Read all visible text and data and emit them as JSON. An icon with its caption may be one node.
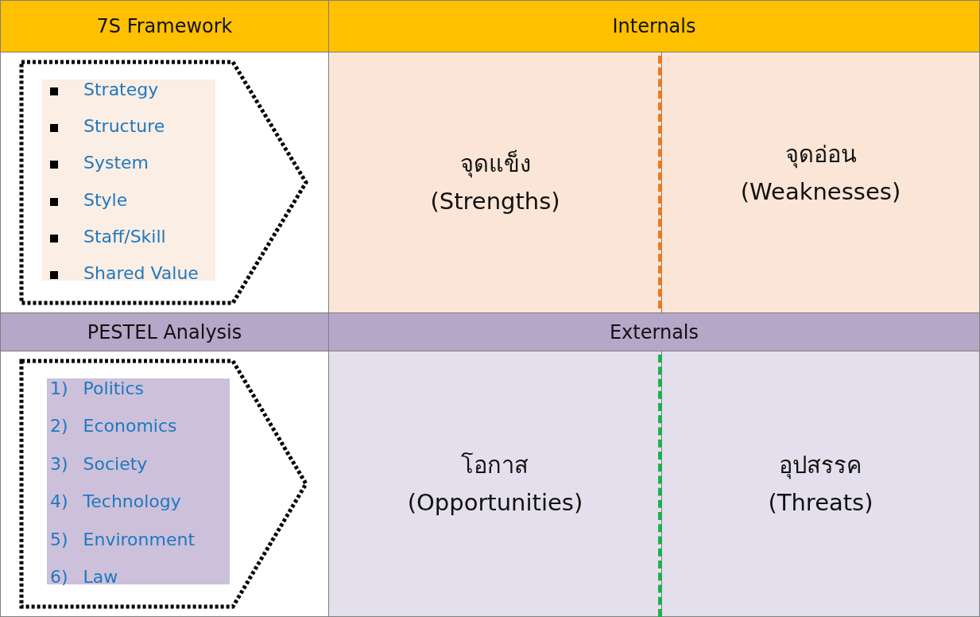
{
  "diagram": {
    "nodes": [
      {
        "text": [
          "7S Framework"
        ]
      },
      {
        "text": [
          "Internals"
        ]
      },
      {
        "text": [
          "Strategy",
          "Structure",
          "System",
          "Style",
          "Staff/Skill",
          "Shared Value"
        ]
      },
      {
        "text": [
          "จุดแข็ง (Strengths)"
        ]
      },
      {
        "text": [
          "จุดอ่อน (Weaknesses)"
        ]
      },
      {
        "text": [
          "PESTEL Analysis"
        ]
      },
      {
        "text": [
          "Externals"
        ]
      },
      {
        "text": [
          "1) Politics",
          "2) Economics",
          "3) Society",
          "4) Technology",
          "5) Environment",
          "6) Law"
        ]
      },
      {
        "text": [
          "โอกาส (Opportunities)"
        ]
      },
      {
        "text": [
          "อุปสรรค (Threats)"
        ]
      }
    ]
  }
}
